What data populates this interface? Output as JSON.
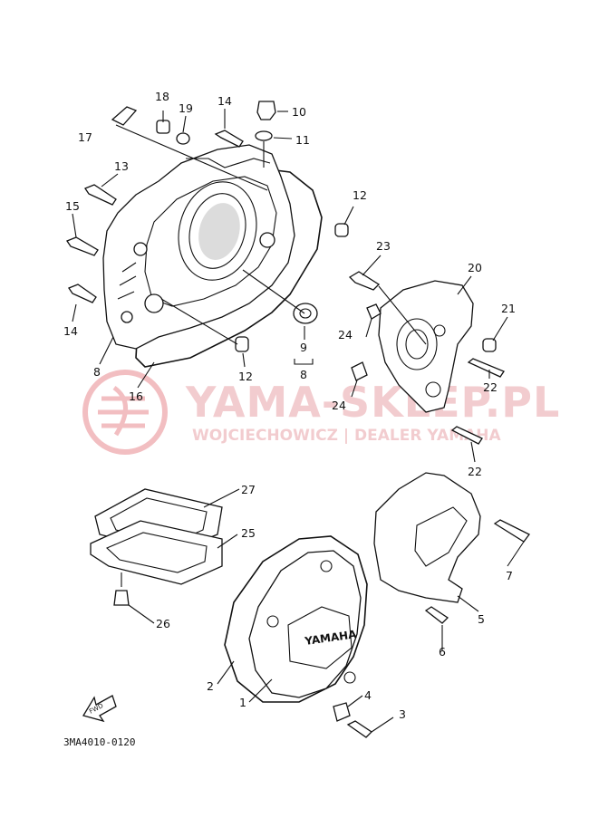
{
  "watermark": {
    "brand": "YAMA-SKLEP.PL",
    "dealer": "WOJCIECHOWICZ | DEALER YAMAHA",
    "color": "#f2b8bb"
  },
  "diagram_code": "3MA4010-0120",
  "cover_logo": "YAMAHA",
  "fwd_label": "FWD",
  "labels": {
    "p1": "1",
    "p2": "2",
    "p3": "3",
    "p4": "4",
    "p5": "5",
    "p6": "6",
    "p7": "7",
    "p8a": "8",
    "p8b": "8",
    "p9": "9",
    "p10": "10",
    "p11": "11",
    "p12a": "12",
    "p12b": "12",
    "p13": "13",
    "p14a": "14",
    "p14b": "14",
    "p15": "15",
    "p16": "16",
    "p17": "17",
    "p18": "18",
    "p19": "19",
    "p20": "20",
    "p21": "21",
    "p22a": "22",
    "p22b": "22",
    "p23": "23",
    "p24a": "24",
    "p24b": "24",
    "p25": "25",
    "p26": "26",
    "p27": "27"
  }
}
